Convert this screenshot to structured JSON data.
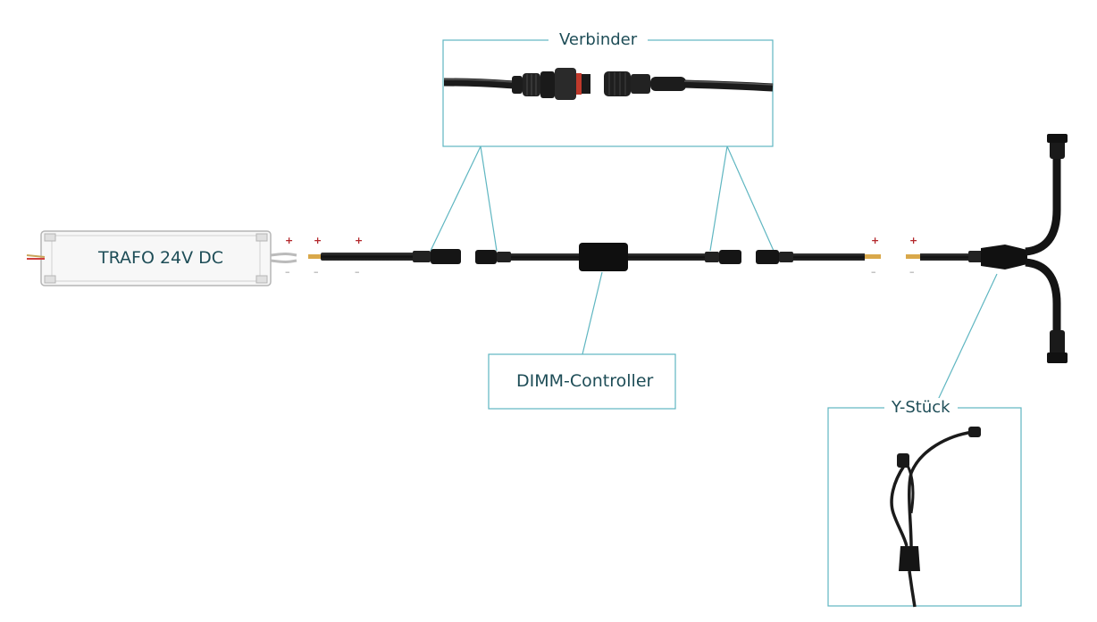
{
  "labels": {
    "verbinder": "Verbinder",
    "trafo": "TRAFO 24V DC",
    "dimm_controller": "DIMM-Controller",
    "y_stueck": "Y-Stück"
  },
  "polarity": {
    "plus": "+",
    "minus": "–"
  },
  "colors": {
    "callout_line": "#5fb6c1",
    "label_text": "#1e4d57",
    "cable": "#1a1a1a",
    "plus_mark": "#b3262b",
    "minus_mark": "#8a8a8a"
  }
}
